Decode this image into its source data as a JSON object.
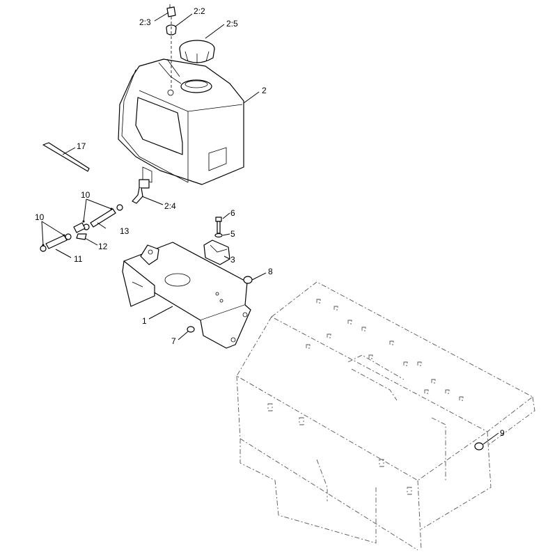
{
  "callouts": {
    "c2_3": "2:3",
    "c2_2": "2:2",
    "c2_5": "2:5",
    "c2": "2",
    "c17": "17",
    "c2_4": "2:4",
    "c10a": "10",
    "c10b": "10",
    "c13": "13",
    "c12": "12",
    "c11": "11",
    "c6": "6",
    "c5": "5",
    "c3": "3",
    "c8": "8",
    "c1": "1",
    "c7": "7",
    "c9": "9"
  }
}
